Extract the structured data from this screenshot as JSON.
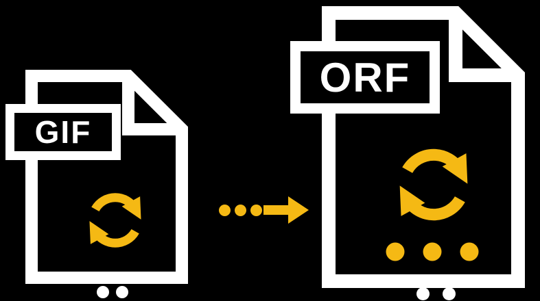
{
  "conversion": {
    "from_label": "GIF",
    "to_label": "ORF"
  },
  "colors": {
    "background_black": "#000000",
    "outline_white": "#FFFFFF",
    "accent_yellow": "#F5B914"
  },
  "icons": {
    "source_file": "document-with-folded-corner-icon",
    "target_file": "document-with-folded-corner-icon",
    "refresh": "sync-arrows-icon",
    "arrow": "right-arrow-icon",
    "trail": "dotted-trail"
  },
  "decorations": {
    "trail_dots_count": 3,
    "target_inner_dots_count": 3,
    "source_bottom_dots_count": 2,
    "target_bottom_dots_count": 2
  }
}
